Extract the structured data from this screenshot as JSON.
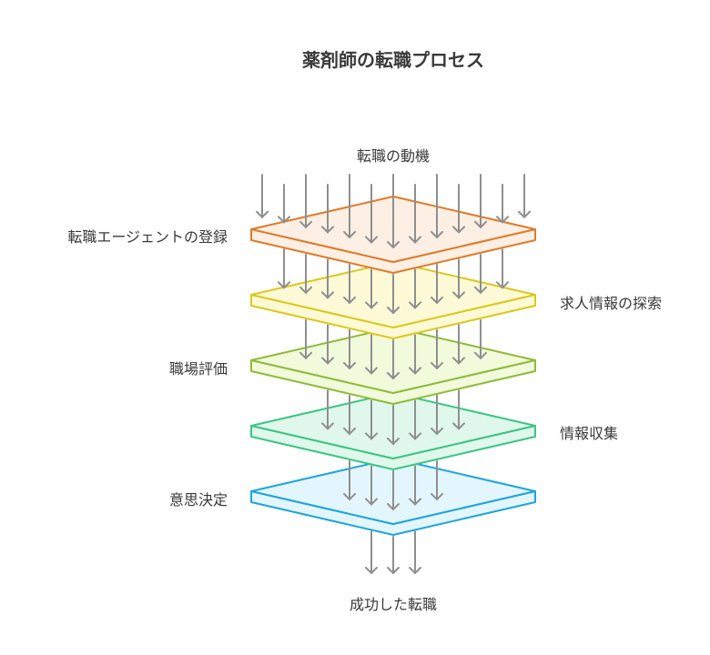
{
  "title": "薬剤師の転職プロセス",
  "top_label": "転職の動機",
  "bottom_label": "成功した転職",
  "layers": [
    {
      "label": "転職エージェントの登録",
      "side": "left",
      "stroke": "#e07b2a",
      "fill": "#fdefe3"
    },
    {
      "label": "求人情報の探索",
      "side": "right",
      "stroke": "#dcc81c",
      "fill": "#fefad8"
    },
    {
      "label": "職場評価",
      "side": "left",
      "stroke": "#8fbb3a",
      "fill": "#f1fbdc"
    },
    {
      "label": "情報収集",
      "side": "right",
      "stroke": "#3cc584",
      "fill": "#e0f8ec"
    },
    {
      "label": "意思決定",
      "side": "left",
      "stroke": "#1ea5dc",
      "fill": "#e4f6fd"
    }
  ],
  "arrow_color": "#8f8f8f"
}
